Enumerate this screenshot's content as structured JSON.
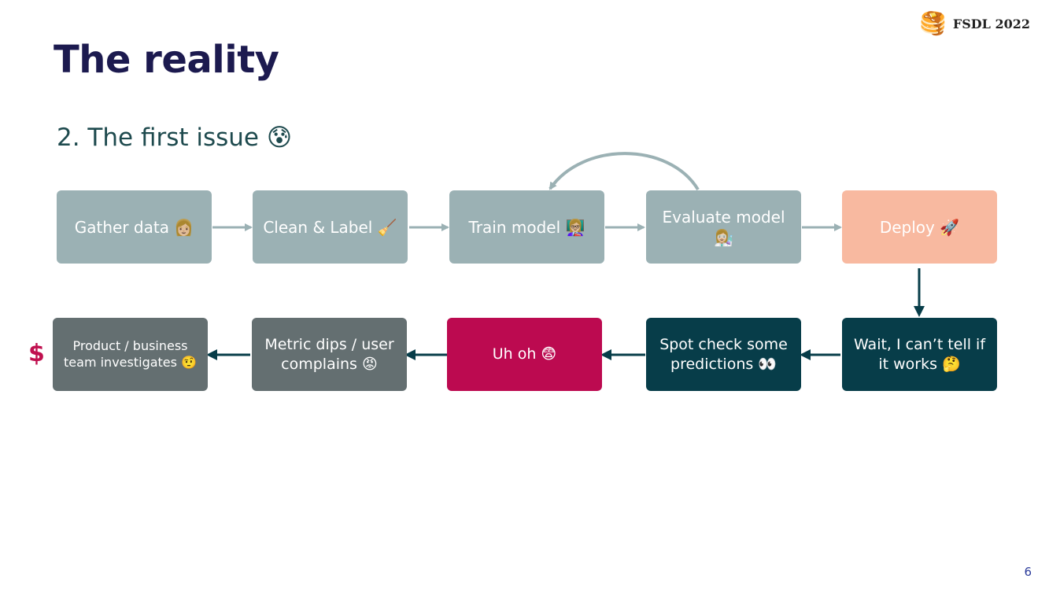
{
  "slide": {
    "title": "The reality",
    "subtitle": "2. The first issue 😰",
    "brand_text": "FSDL 2022",
    "brand_icon": "🥞",
    "page_number": "6"
  },
  "pipeline": [
    {
      "label": "Gather data 👩🏼"
    },
    {
      "label": "Clean & Label 🧹"
    },
    {
      "label": "Train model 👩🏼‍🏫"
    },
    {
      "label": "Evaluate model 👩🏼‍🔬"
    },
    {
      "label": "Deploy 🚀"
    }
  ],
  "reality": [
    {
      "label": "Wait, I can’t tell if it works 🤔"
    },
    {
      "label": "Spot check some predictions 👀"
    },
    {
      "label": "Uh oh 😨"
    },
    {
      "label": "Metric dips / user complains 😡"
    },
    {
      "label": "Product / business team investigates 🤨"
    }
  ],
  "cost_marker": "$",
  "colors": {
    "title": "#1c1a4f",
    "subtitle": "#1e4a4e",
    "pipeline_box": "#9bb1b4",
    "deploy_box": "#f8b9a0",
    "reality_dark": "#073d49",
    "alert": "#bc0a50",
    "slate": "#646f71",
    "dollar": "#c0104f"
  }
}
